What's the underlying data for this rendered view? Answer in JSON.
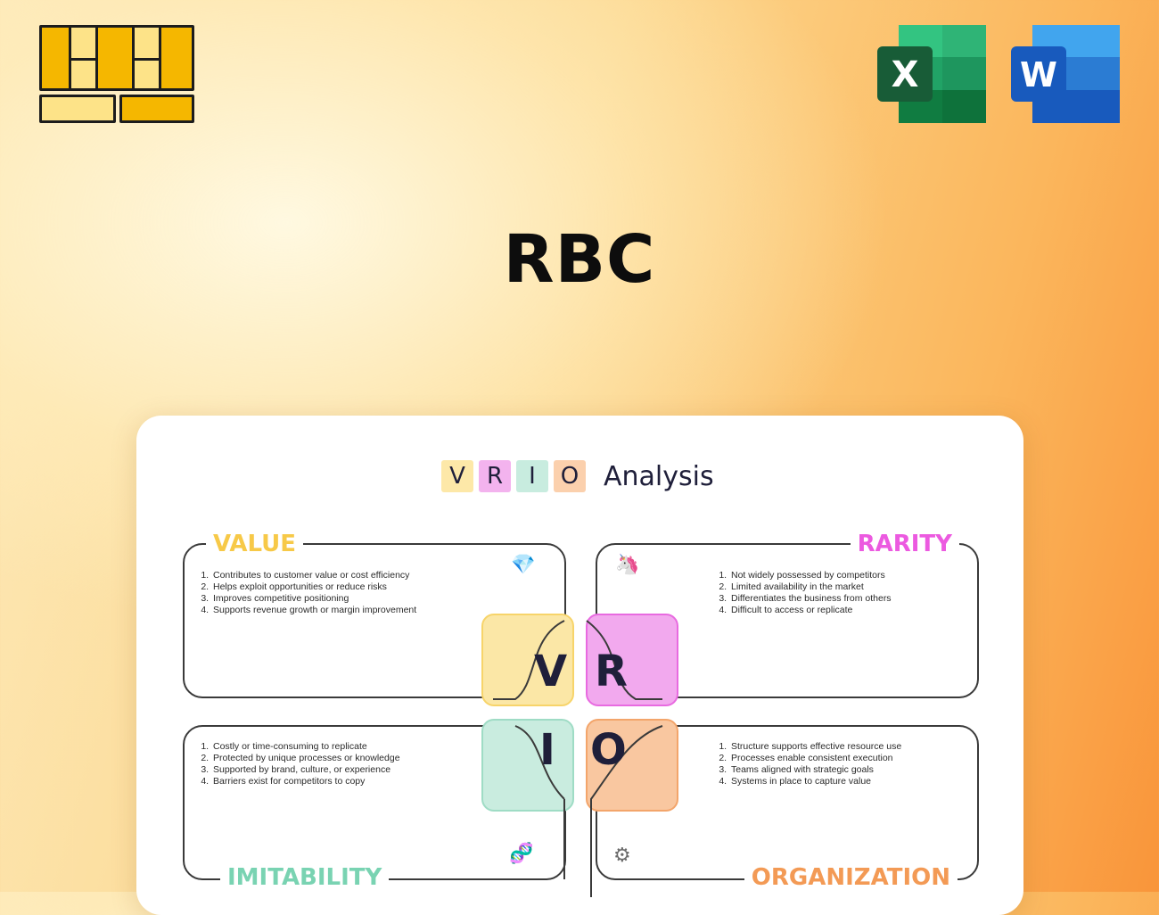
{
  "header": {
    "title": "RBC"
  },
  "apps": {
    "excel_letter": "X",
    "word_letter": "W"
  },
  "card": {
    "heading_letters": [
      "V",
      "R",
      "I",
      "O"
    ],
    "heading_text": "Analysis",
    "colors": {
      "value": "#f7c948",
      "rarity": "#ec5ae0",
      "imitability": "#79d3b2",
      "organization": "#f39a55"
    },
    "quadrants": {
      "value": {
        "label": "VALUE",
        "icon": "gem-icon",
        "items": [
          "Contributes to customer value or cost efficiency",
          "Helps exploit opportunities or reduce risks",
          "Improves competitive positioning",
          "Supports revenue growth or margin improvement"
        ]
      },
      "rarity": {
        "label": "RARITY",
        "icon": "unicorn-icon",
        "items": [
          "Not widely possessed by competitors",
          "Limited availability in the market",
          "Differentiates the business from others",
          "Difficult to access or replicate"
        ]
      },
      "imitability": {
        "label": "IMITABILITY",
        "icon": "dna-icon",
        "items": [
          "Costly or time-consuming to replicate",
          "Protected by unique processes or knowledge",
          "Supported by brand, culture, or experience",
          "Barriers exist for competitors to copy"
        ]
      },
      "organization": {
        "label": "ORGANIZATION",
        "icon": "gear-icon",
        "items": [
          "Structure supports effective resource use",
          "Processes enable consistent execution",
          "Teams aligned with strategic goals",
          "Systems in place to capture value"
        ]
      }
    }
  }
}
